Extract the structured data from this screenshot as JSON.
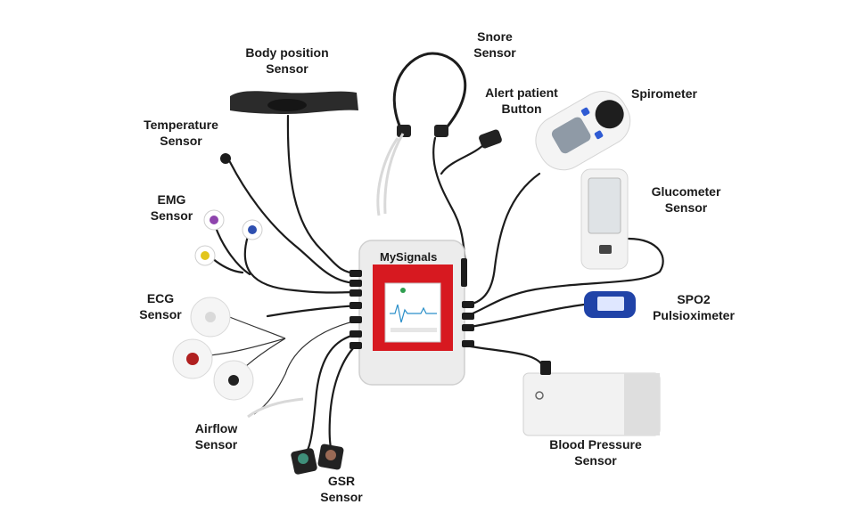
{
  "device": {
    "brand": "MySignals",
    "brand_color": "#d71920",
    "screen_frame_color": "#d71920"
  },
  "labels": {
    "body_position": [
      "Body position",
      "Sensor"
    ],
    "snore": [
      "Snore",
      "Sensor"
    ],
    "alert": [
      "Alert patient",
      "Button"
    ],
    "spirometer": [
      "Spirometer"
    ],
    "temperature": [
      "Temperature",
      "Sensor"
    ],
    "emg": [
      "EMG",
      "Sensor"
    ],
    "glucometer": [
      "Glucometer",
      "Sensor"
    ],
    "ecg": [
      "ECG",
      "Sensor"
    ],
    "spo2": [
      "SPO2",
      "Pulsioximeter"
    ],
    "airflow": [
      "Airflow",
      "Sensor"
    ],
    "blood_pressure": [
      "Blood Pressure",
      "Sensor"
    ],
    "gsr": [
      "GSR",
      "Sensor"
    ]
  },
  "colors": {
    "cable": "#1c1c1c",
    "emg_electrode_purple": "#8e44ad",
    "emg_electrode_blue": "#2e4fb0",
    "emg_electrode_yellow": "#e2c51c",
    "ecg_electrode_red": "#b02020",
    "spo2_blue": "#2043a8",
    "spirometer_blue": "#2f5bd3"
  }
}
